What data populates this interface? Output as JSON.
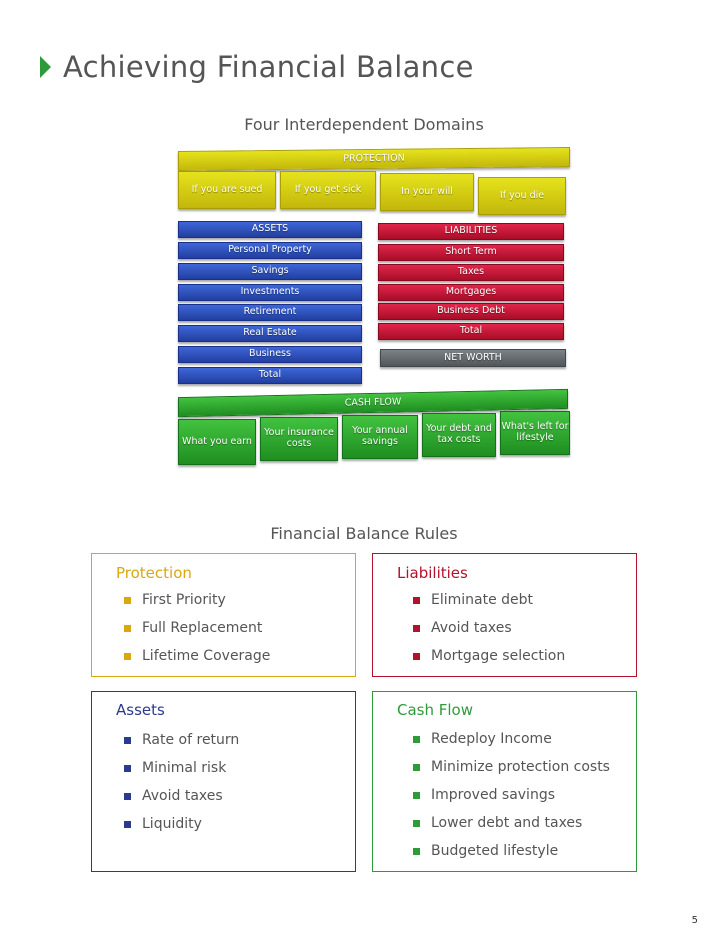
{
  "page": {
    "title": "Achieving Financial Balance",
    "page_number": "5"
  },
  "diagram": {
    "heading": "Four Interdependent Domains",
    "protection": {
      "label": "PROTECTION",
      "items": [
        "If you are sued",
        "If you get sick",
        "In your will",
        "If you die"
      ]
    },
    "assets": {
      "label": "ASSETS",
      "items": [
        "Personal Property",
        "Savings",
        "Investments",
        "Retirement",
        "Real Estate",
        "Business",
        "Total"
      ]
    },
    "liabilities": {
      "label": "LIABILITIES",
      "items": [
        "Short Term",
        "Taxes",
        "Mortgages",
        "Business Debt",
        "Total"
      ]
    },
    "net_worth": {
      "label": "NET WORTH"
    },
    "cash_flow": {
      "label": "CASH FLOW",
      "items": [
        "What you earn",
        "Your insurance costs",
        "Your annual savings",
        "Your debt and tax costs",
        "What's left for lifestyle"
      ]
    }
  },
  "rules": {
    "heading": "Financial Balance Rules",
    "protection": {
      "title": "Protection",
      "color": "#d9a80f",
      "items": [
        "First Priority",
        "Full Replacement",
        "Lifetime Coverage"
      ]
    },
    "liabilities": {
      "title": "Liabilities",
      "color": "#b3122e",
      "items": [
        "Eliminate debt",
        "Avoid taxes",
        "Mortgage selection"
      ]
    },
    "assets": {
      "title": "Assets",
      "color": "#2b3a8c",
      "items": [
        "Rate of return",
        "Minimal risk",
        "Avoid taxes",
        "Liquidity"
      ]
    },
    "cash_flow": {
      "title": "Cash Flow",
      "color": "#2e9b3a",
      "items": [
        "Redeploy Income",
        "Minimize protection costs",
        "Improved savings",
        "Lower debt and taxes",
        "Budgeted lifestyle"
      ]
    }
  }
}
